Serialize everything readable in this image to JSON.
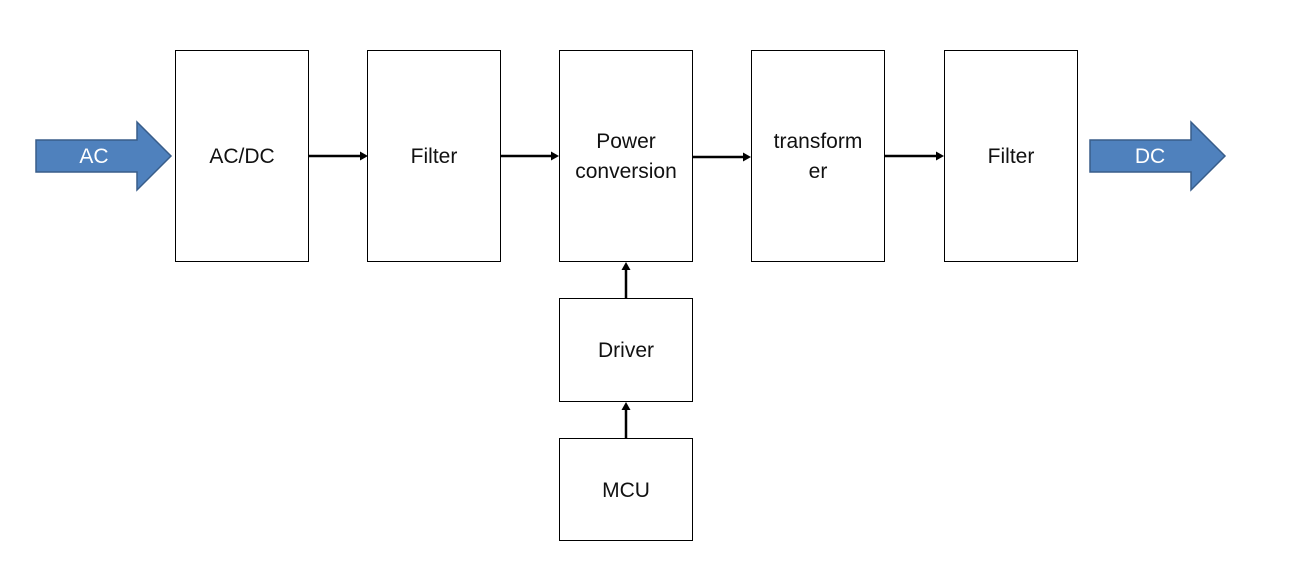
{
  "input": {
    "label": "AC"
  },
  "output": {
    "label": "DC"
  },
  "blocks": {
    "acdc": {
      "lines": [
        "AC/DC"
      ]
    },
    "filter1": {
      "lines": [
        "Filter"
      ]
    },
    "power": {
      "lines": [
        "Power",
        "conversion"
      ]
    },
    "transformer": {
      "lines": [
        "transform",
        "er"
      ]
    },
    "filter2": {
      "lines": [
        "Filter"
      ]
    },
    "driver": {
      "lines": [
        "Driver"
      ]
    },
    "mcu": {
      "lines": [
        "MCU"
      ]
    }
  },
  "connections": [
    {
      "from": "input",
      "to": "acdc"
    },
    {
      "from": "acdc",
      "to": "filter1"
    },
    {
      "from": "filter1",
      "to": "power"
    },
    {
      "from": "power",
      "to": "transformer"
    },
    {
      "from": "transformer",
      "to": "filter2"
    },
    {
      "from": "filter2",
      "to": "output"
    },
    {
      "from": "mcu",
      "to": "driver"
    },
    {
      "from": "driver",
      "to": "power"
    }
  ],
  "colors": {
    "io_fill": "#4f81bd",
    "io_stroke": "#385d8a",
    "line": "#000000"
  }
}
